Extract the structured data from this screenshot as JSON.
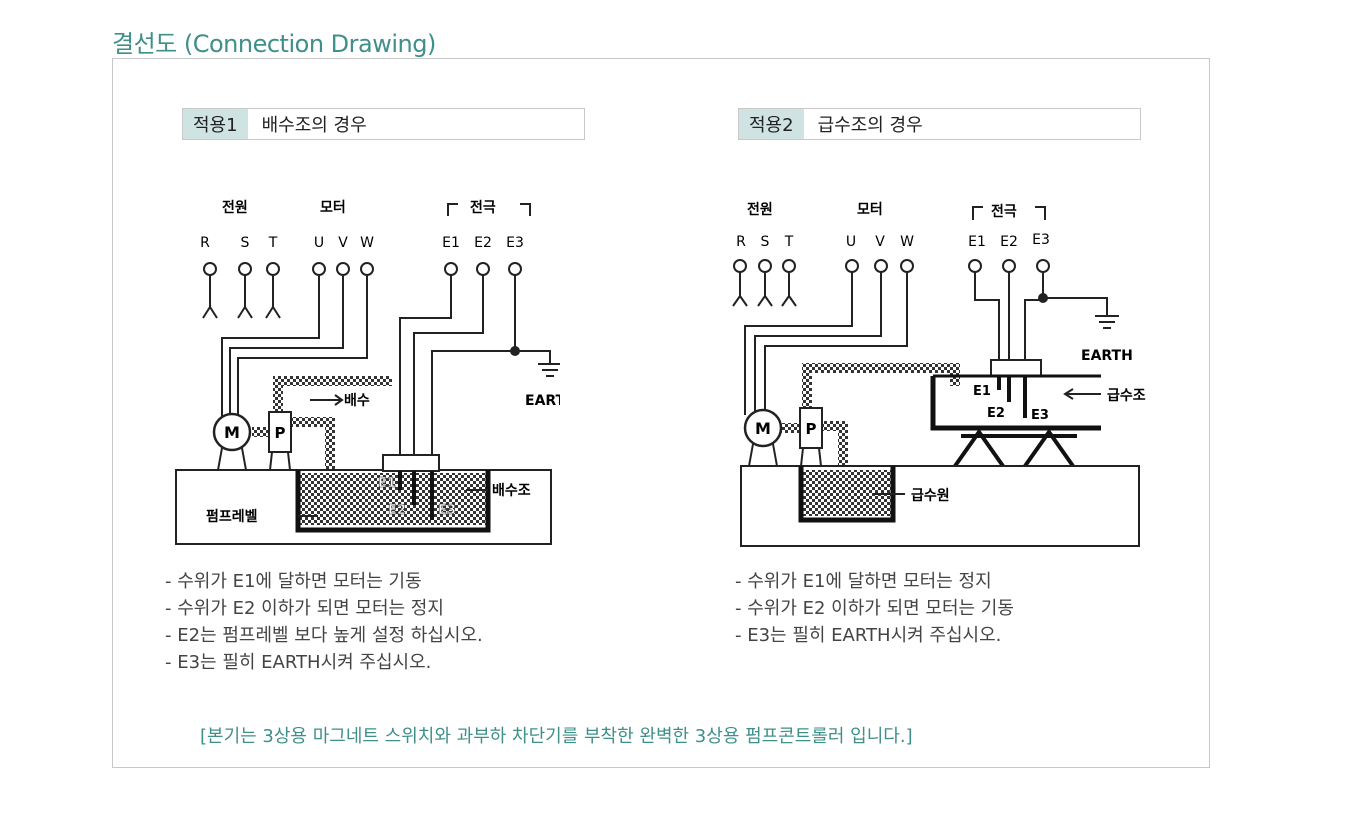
{
  "title": "결선도 (Connection Drawing)",
  "accent_color": "#3f8f8a",
  "tag_color": "#cfe3e3",
  "app1": {
    "tag": "적용1",
    "label": "배수조의 경우",
    "group_power": "전원",
    "group_motor": "모터",
    "group_electrode": "전극",
    "terminals_power": [
      "R",
      "S",
      "T"
    ],
    "terminals_motor": [
      "U",
      "V",
      "W"
    ],
    "terminals_electrode": [
      "E1",
      "E2",
      "E3"
    ],
    "earth": "EARTH",
    "drain": "배수",
    "motor_symbol": "M",
    "pump_symbol": "P",
    "tank": "배수조",
    "pump_level": "펌프레벨",
    "electrodes_in_tank": [
      "E1",
      "E2",
      "E3"
    ],
    "notes": [
      "- 수위가 E1에 달하면 모터는 기동",
      "- 수위가 E2 이하가 되면 모터는 정지",
      "- E2는 펌프레벨 보다 높게 설정 하십시오.",
      "- E3는 필히 EARTH시켜 주십시오."
    ]
  },
  "app2": {
    "tag": "적용2",
    "label": "급수조의 경우",
    "group_power": "전원",
    "group_motor": "모터",
    "group_electrode": "전극",
    "terminals_power": [
      "R",
      "S",
      "T"
    ],
    "terminals_motor": [
      "U",
      "V",
      "W"
    ],
    "terminals_electrode": [
      "E1",
      "E2",
      "E3"
    ],
    "earth": "EARTH",
    "motor_symbol": "M",
    "pump_symbol": "P",
    "tank": "급수조",
    "source": "급수원",
    "electrodes_in_tank": [
      "E1",
      "E2",
      "E3"
    ],
    "notes": [
      "- 수위가 E1에 달하면 모터는 정지",
      "- 수위가 E2 이하가 되면 모터는 기동",
      "- E3는 필히 EARTH시켜 주십시오."
    ]
  },
  "footer": "[본기는 3상용 마그네트 스위치와 과부하 차단기를 부착한 완벽한 3상용 펌프콘트롤러 입니다.]"
}
